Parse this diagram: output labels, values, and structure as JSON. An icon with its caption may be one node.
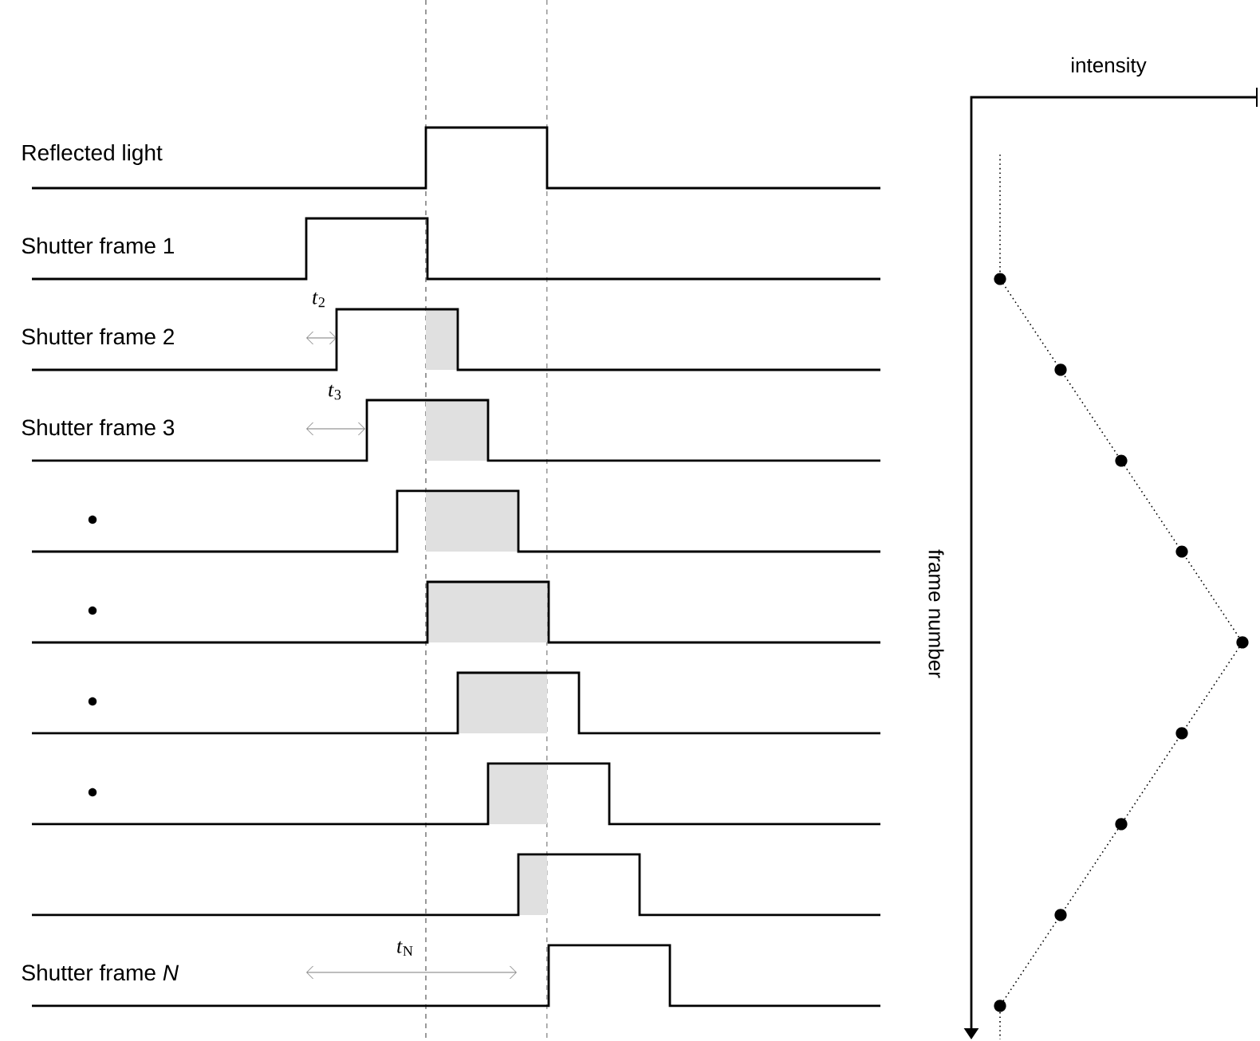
{
  "diagram": {
    "labels": [
      "Reflected light",
      "Shutter frame 1",
      "Shutter frame 2",
      "*t*$_{2}$",
      "Shutter frame 3",
      "*t*$_{3}$",
      "Shutter frame *N*",
      "*t*$_{N}$",
      "intensity",
      "frame number"
    ]
  }
}
